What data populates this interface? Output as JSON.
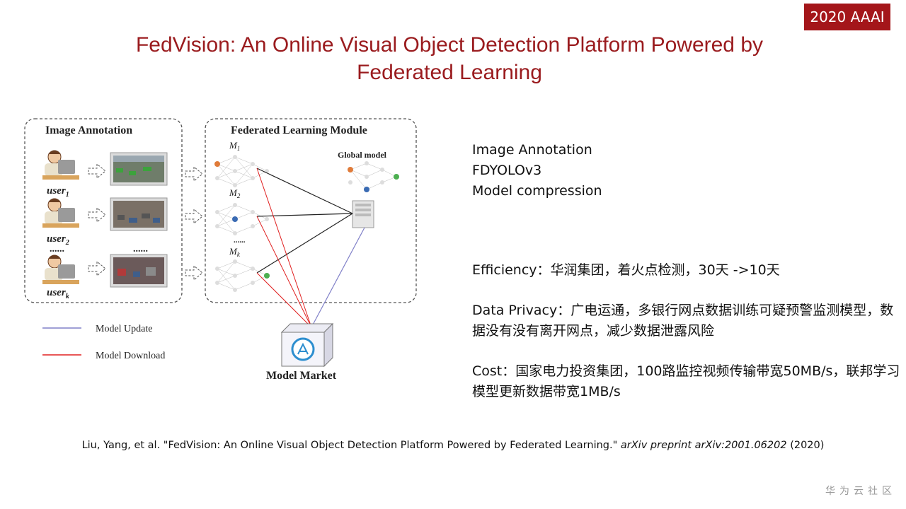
{
  "badge": "2020 AAAI",
  "title": "FedVision: An Online Visual Object Detection Platform Powered by Federated Learning",
  "diagram": {
    "image_annotation_title": "Image Annotation",
    "fl_module_title": "Federated Learning Module",
    "global_model_label": "Global model",
    "model_labels": [
      "M",
      "M",
      "M"
    ],
    "model_subscripts": [
      "1",
      "2",
      "k"
    ],
    "users": [
      {
        "label": "user",
        "sub": "1"
      },
      {
        "label": "user",
        "sub": "2"
      },
      {
        "label": "user",
        "sub": "k"
      }
    ],
    "ellipsis": "......",
    "ellipsis_short": "......",
    "legend_update": "Model Update",
    "legend_download": "Model Download",
    "model_market_label": "Model Market",
    "colors": {
      "update": "#8080c8",
      "download": "#e02020",
      "model_line": "#222222"
    }
  },
  "features": [
    "Image Annotation",
    "FDYOLOv3",
    "Model compression"
  ],
  "paragraphs": [
    "Efficiency：华润集团，着火点检测，30天 ->10天",
    "Data Privacy：广电运通，多银行网点数据训练可疑预警监测模型，数据没有没有离开网点，减少数据泄露风险",
    "Cost：国家电力投资集团，100路监控视频传输带宽50MB/s，联邦学习模型更新数据带宽1MB/s"
  ],
  "citation": {
    "main": "Liu, Yang, et al. \"FedVision: An Online Visual Object Detection Platform Powered by Federated Learning.\" ",
    "journal": "arXiv preprint arXiv:2001.06202",
    "year": " (2020)"
  },
  "watermark": "华为云社区"
}
